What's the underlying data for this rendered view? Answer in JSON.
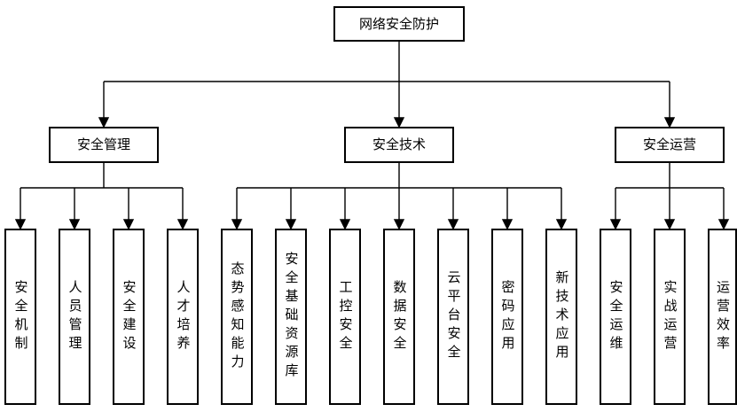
{
  "diagram": {
    "title": "网络安全防护",
    "root_label": "网络安全防护",
    "branches": [
      {
        "label": "安全管理",
        "children": [
          "安全机制",
          "人员管理",
          "安全建设",
          "人才培养"
        ]
      },
      {
        "label": "安全技术",
        "children": [
          "态势感知能力",
          "安全基础资源库",
          "工控安全",
          "数据安全",
          "云平台安全",
          "密码应用",
          "新技术应用"
        ]
      },
      {
        "label": "安全运营",
        "children": [
          "安全运维",
          "实战运营",
          "运营效率"
        ]
      }
    ],
    "colors": {
      "background": "#ffffff",
      "line": "#000000",
      "box_border": "#000000",
      "text": "#000000"
    }
  }
}
